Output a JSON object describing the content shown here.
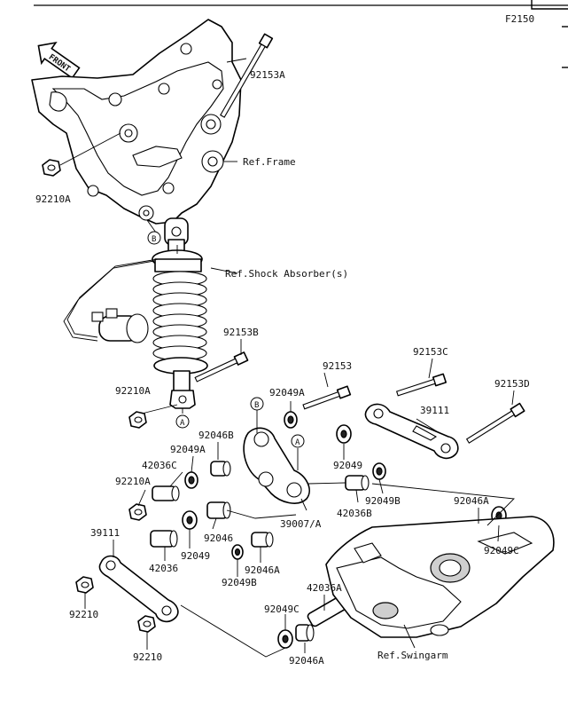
{
  "diagram_code": "F2150",
  "front_label": "FRONT",
  "references": {
    "frame": "Ref.Frame",
    "shock": "Ref.Shock Absorber(s)",
    "swingarm": "Ref.Swingarm"
  },
  "callouts": {
    "a": "A",
    "b": "B"
  },
  "parts": [
    "92153A",
    "92210A",
    "92153B",
    "92210A",
    "92153",
    "92153C",
    "92153D",
    "92049A",
    "39111",
    "92046B",
    "92049A",
    "42036C",
    "92210A",
    "92049",
    "92049B",
    "42036B",
    "39007/A",
    "92046A",
    "92049C",
    "39111",
    "42036",
    "92049",
    "92046",
    "92049B",
    "92046A",
    "42036A",
    "92210",
    "92049C",
    "92210",
    "92046A",
    "Ref.Swingarm"
  ]
}
